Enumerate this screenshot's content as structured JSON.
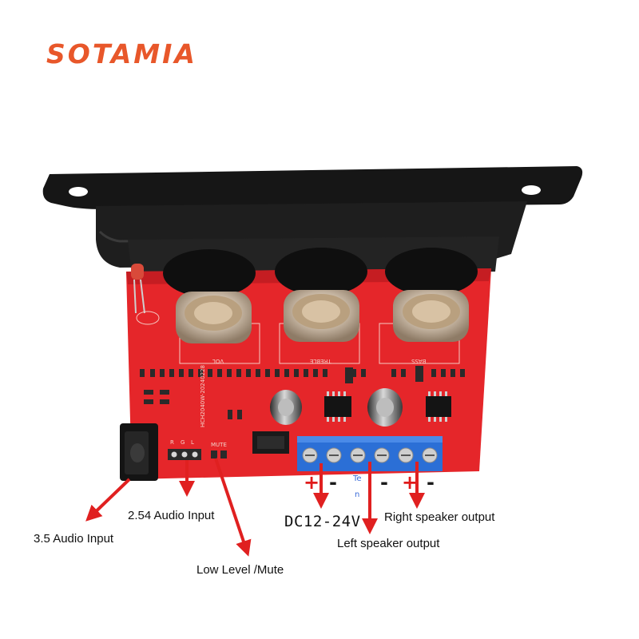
{
  "brand": {
    "name": "SOTAMIA",
    "color": "#e8572a"
  },
  "board": {
    "pcb_color": "#e5262a",
    "knob_labels": [
      "VOL",
      "TREBLE",
      "BASS"
    ],
    "header_pins": [
      "R",
      "G",
      "L"
    ],
    "mute_label": "MUTE",
    "model_text": "HCH2040W-20240228",
    "polarity": {
      "plus": "+",
      "minus": "-"
    }
  },
  "annotations": {
    "jack_35": "3.5 Audio Input",
    "header_254": "2.54 Audio Input",
    "low_level_mute": "Low Level /Mute",
    "dc_input": "DC12-24V",
    "right_output": "Right speaker output",
    "left_output": "Left speaker output",
    "stray_te": "Te",
    "stray_n": "n"
  },
  "colors": {
    "arrow": "#e02020",
    "terminal": "#2b6fd6",
    "heatsink": "#1b1b1b"
  }
}
